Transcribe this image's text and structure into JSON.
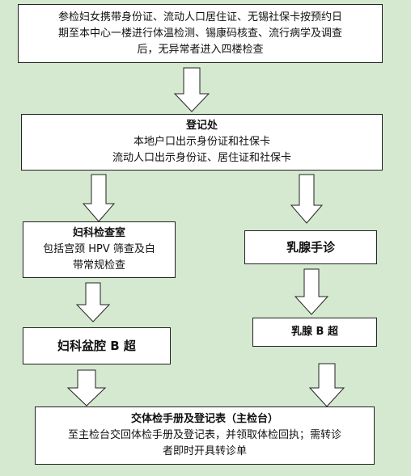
{
  "steps": {
    "notice": {
      "line1": "参检妇女携带身份证、流动人口居住证、无锡社保卡按预约日",
      "line2": "期至本中心一楼进行体温检测、锡康码核查、流行病学及调查",
      "line3": "后，无异常者进入四楼检查"
    },
    "registration": {
      "title": "登记处",
      "line1": "本地户口出示身份证和社保卡",
      "line2": "流动人口出示身份证、居住证和社保卡"
    },
    "gynecology": {
      "title": "妇科检查室",
      "line1": "包括宫颈 HPV 筛查及白",
      "line2": "带常规检查"
    },
    "breast_exam": {
      "title": "乳腺手诊"
    },
    "pelvic_ultrasound": {
      "title": "妇科盆腔 B 超"
    },
    "breast_ultrasound": {
      "title": "乳腺 B 超"
    },
    "submit": {
      "title": "交体检手册及登记表（主检台）",
      "line1": "至主检台交回体检手册及登记表，并领取体检回执；需转诊",
      "line2": "者即时开具转诊单"
    }
  }
}
